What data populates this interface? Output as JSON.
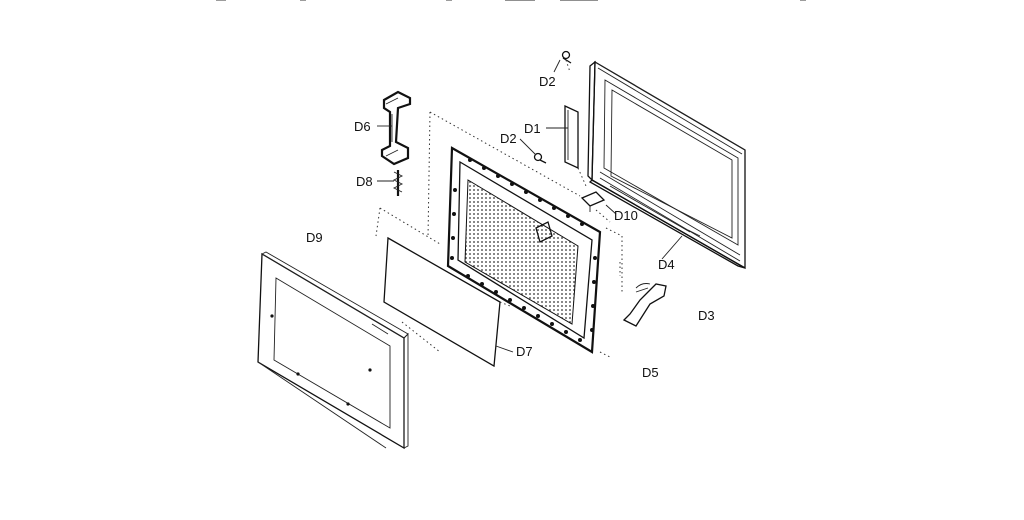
{
  "labels": {
    "D1": "D1",
    "D2a": "D2",
    "D2b": "D2",
    "D3": "D3",
    "D4": "D4",
    "D5": "D5",
    "D6": "D6",
    "D7": "D7",
    "D8": "D8",
    "D9": "D9",
    "D10": "D10"
  }
}
